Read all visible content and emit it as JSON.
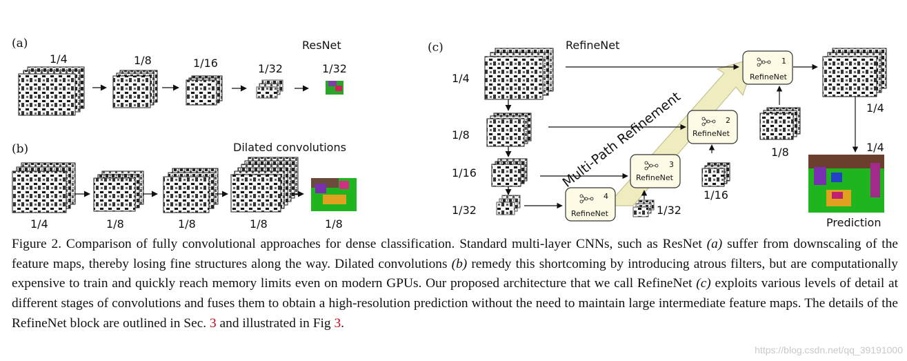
{
  "colors": {
    "arrow": "#111111",
    "block_fill": "#fdfbe6",
    "block_stroke": "#333333",
    "path_fill": "#efecbf",
    "path_stroke": "#c6c193",
    "ref_red": "#d0021b",
    "watermark": "#c9c9c9"
  },
  "panel_a": {
    "tag": "(a)",
    "title": "ResNet",
    "scales": [
      "1/4",
      "1/8",
      "1/16",
      "1/32",
      "1/32"
    ]
  },
  "panel_b": {
    "tag": "(b)",
    "title": "Dilated convolutions",
    "scales": [
      "1/4",
      "1/8",
      "1/8",
      "1/8",
      "1/8"
    ]
  },
  "panel_c": {
    "tag": "(c)",
    "title": "RefineNet",
    "input_scales": [
      "1/4",
      "1/8",
      "1/16",
      "1/32"
    ],
    "block_name": "RefineNet",
    "block_numbers": [
      "1",
      "2",
      "3",
      "4"
    ],
    "output_scales": [
      "1/4",
      "1/8",
      "1/16",
      "1/32"
    ],
    "output_top": "1/4",
    "prediction_scale": "1/4",
    "prediction_label": "Prediction",
    "path_label": "Multi-Path Refinement",
    "icon_name": "network-icon"
  },
  "caption": {
    "figure_label": "Figure 2.",
    "t1": " Comparison of fully convolutional approaches for dense classification. Standard multi-layer CNNs, such as ResNet ",
    "it_a": "(a)",
    "t2": " suffer from downscaling of the feature maps, thereby losing fine structures along the way. Dilated convolutions ",
    "it_b": "(b)",
    "t3": " remedy this shortcoming by introducing atrous filters, but are computationally expensive to train and quickly reach memory limits even on modern GPUs. Our proposed architecture that we call RefineNet ",
    "it_c": "(c)",
    "t4": " exploits various levels of detail at different stages of convolutions and fuses them to obtain a high-resolution prediction without the need to maintain large intermediate feature maps. The details of the RefineNet block are outlined in Sec. ",
    "ref_sec": "3",
    "t5": " and illustrated in Fig ",
    "ref_fig": "3",
    "t6": "."
  },
  "watermark": "https://blog.csdn.net/qq_39191000"
}
